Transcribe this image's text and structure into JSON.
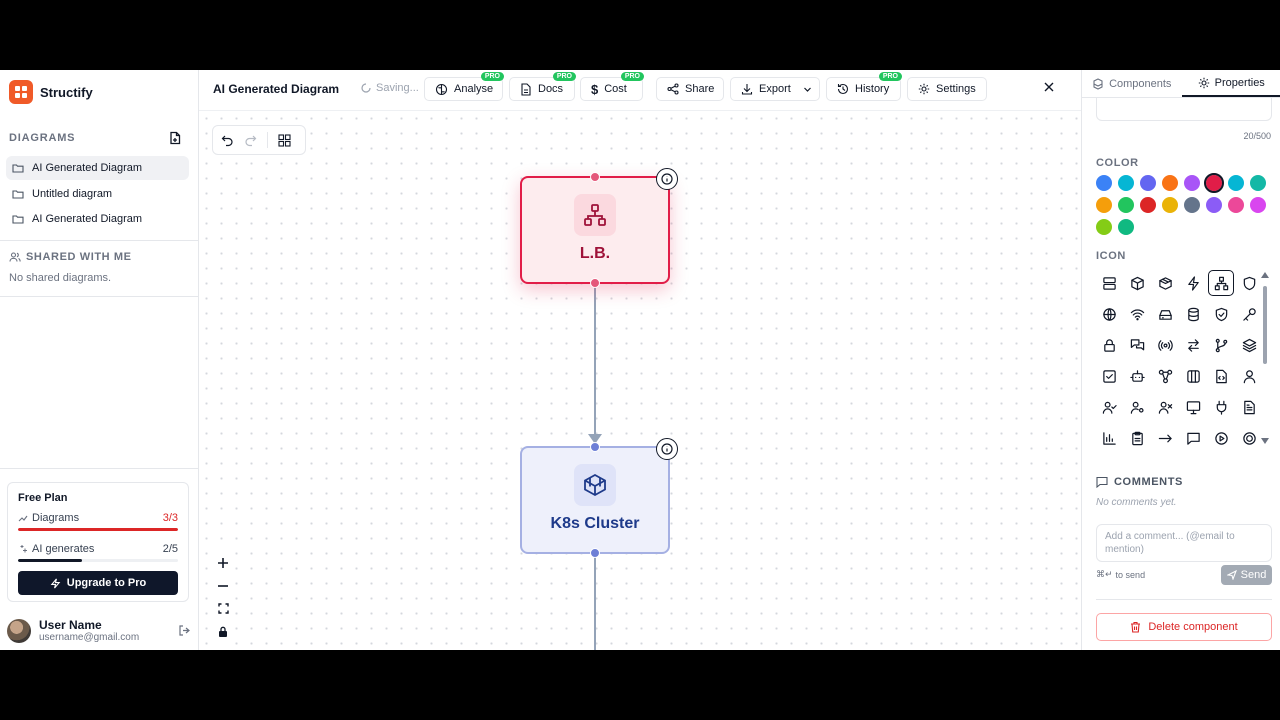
{
  "brand": {
    "name": "Structify",
    "color": "#f05a28"
  },
  "sidebar": {
    "diagrams_heading": "DIAGRAMS",
    "diagrams": [
      {
        "label": "AI Generated Diagram",
        "active": true
      },
      {
        "label": "Untitled diagram",
        "active": false
      },
      {
        "label": "AI Generated Diagram",
        "active": false
      }
    ],
    "shared_heading": "SHARED WITH ME",
    "shared_empty": "No shared diagrams."
  },
  "plan": {
    "title": "Free Plan",
    "diagrams_label": "Diagrams",
    "diagrams_count": "3/3",
    "diagrams_progress": 1.0,
    "ai_label": "AI generates",
    "ai_count": "2/5",
    "ai_progress": 0.4,
    "upgrade_label": "Upgrade to Pro"
  },
  "user": {
    "name": "User Name",
    "email": "username@gmail.com"
  },
  "topbar": {
    "title": "AI Generated Diagram",
    "status": "Saving...",
    "pro_badge": "PRO",
    "buttons": {
      "analyse": "Analyse",
      "docs": "Docs",
      "cost": "Cost",
      "share": "Share",
      "export": "Export",
      "history": "History",
      "settings": "Settings"
    }
  },
  "canvas": {
    "nodes": [
      {
        "label": "L.B.",
        "icon": "network-icon",
        "color": "#e11d48"
      },
      {
        "label": "K8s Cluster",
        "icon": "container-icon",
        "color": "#a5b0e3"
      }
    ]
  },
  "panel": {
    "tabs": {
      "components": "Components",
      "properties": "Properties"
    },
    "char_count": "20/500",
    "color_heading": "COLOR",
    "colors": [
      "#3b82f6",
      "#06b6d4",
      "#6366f1",
      "#f97316",
      "#a855f7",
      "#e11d48",
      "#06b6d4",
      "#14b8a6",
      "#f59e0b",
      "#22c55e",
      "#dc2626",
      "#eab308",
      "#64748b",
      "#8b5cf6",
      "#ec4899",
      "#d946ef",
      "#84cc16",
      "#10b981"
    ],
    "selected_color": "#e11d48",
    "icon_heading": "ICON",
    "icons": [
      "server-icon",
      "box-icon",
      "package-icon",
      "zap-icon",
      "network-icon",
      "shield-icon",
      "globe-icon",
      "wifi-icon",
      "hard-drive-icon",
      "database-icon",
      "shield-check-icon",
      "key-icon",
      "lock-icon",
      "messages-icon",
      "radio-icon",
      "arrow-left-right-icon",
      "git-branch-icon",
      "layers-icon",
      "check-square-icon",
      "bot-icon",
      "workflow-icon",
      "brackets-icon",
      "file-code-icon",
      "user-icon",
      "user-check-icon",
      "user-cog-icon",
      "user-x-icon",
      "monitor-icon",
      "plug-icon",
      "file-text-icon",
      "bar-chart-icon",
      "clipboard-icon",
      "arrow-right-icon",
      "message-square-icon",
      "play-circle-icon",
      "target-icon"
    ],
    "selected_icon": "network-icon",
    "comments_heading": "COMMENTS",
    "no_comments": "No comments yet.",
    "comment_placeholder": "Add a comment... (@email to mention)",
    "send_hint": "to send",
    "send_label": "Send",
    "delete_label": "Delete component"
  }
}
